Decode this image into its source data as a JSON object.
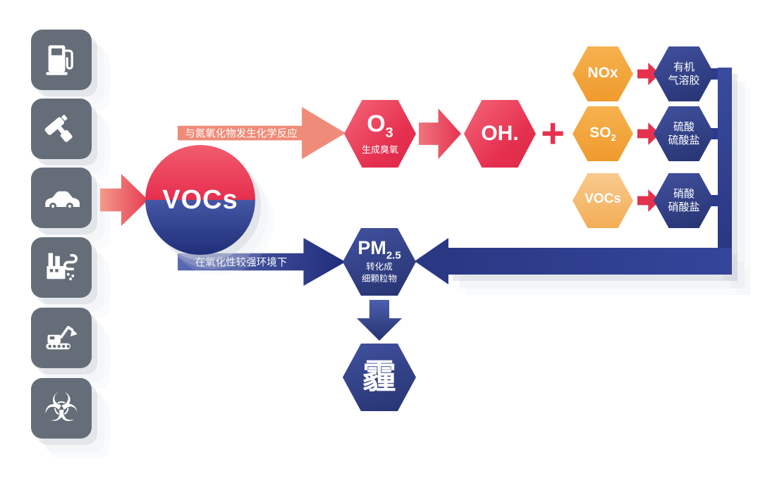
{
  "colors": {
    "red": "#e5304e",
    "salmon": "#ef8c79",
    "orange": "#f2a238",
    "orange_light": "#f5bd73",
    "blue": "#2b3a8c",
    "navy": "#202f78",
    "tile_gray": "#656d78",
    "white": "#ffffff"
  },
  "sources": [
    {
      "icon": "gas-pump-icon"
    },
    {
      "icon": "paint-roller-icon"
    },
    {
      "icon": "car-icon"
    },
    {
      "icon": "factory-icon"
    },
    {
      "icon": "excavator-icon"
    },
    {
      "icon": "biohazard-icon",
      "glyph": "☣"
    }
  ],
  "diagram": {
    "vocs_label": "VOCs",
    "top": {
      "arrow_label": "与氮氧化物发生化学反应",
      "o3_base": "O",
      "o3_sub": "3",
      "o3_caption": "生成臭氧",
      "oh_label": "OH.",
      "plus": "+"
    },
    "rows": [
      {
        "reactant_base": "NOx",
        "reactant_sub": "",
        "product_line1": "有机",
        "product_line2": "气溶胶"
      },
      {
        "reactant_base": "SO",
        "reactant_sub": "2",
        "product_line1": "硫酸",
        "product_line2": "硫酸盐"
      },
      {
        "reactant_base": "VOCs",
        "reactant_sub": "",
        "product_line1": "硝酸",
        "product_line2": "硝酸盐"
      }
    ],
    "bottom": {
      "arrow_label": "在氧化性较强环境下",
      "pm_base": "PM",
      "pm_sub": "2.5",
      "pm_caption1": "转化成",
      "pm_caption2": "细颗粒物"
    },
    "smog_label": "霾"
  }
}
